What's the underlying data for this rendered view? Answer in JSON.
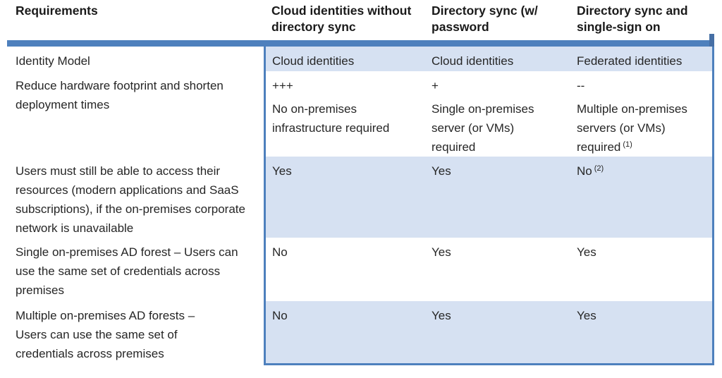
{
  "theme": {
    "accent_blue": "#4e80bd",
    "band_blue": "#d6e1f2",
    "text_color": "#262626"
  },
  "table": {
    "headers": [
      "Requirements",
      "Cloud identities without directory sync",
      "Directory sync (w/ password",
      "Directory sync and single-sign on"
    ],
    "rows": [
      {
        "requirement": "Identity Model",
        "cells": [
          {
            "text": "Cloud identities"
          },
          {
            "text": "Cloud identities"
          },
          {
            "text": "Federated identities"
          }
        ]
      },
      {
        "requirement": "Reduce hardware footprint and shorten deployment times",
        "cells": [
          {
            "rating": "+++",
            "text": "No on-premises infrastructure required"
          },
          {
            "rating": "+",
            "text": "Single on-premises server (or VMs) required"
          },
          {
            "rating": "--",
            "text": "Multiple on-premises servers (or VMs) required",
            "sup": "(1)"
          }
        ]
      },
      {
        "requirement": "Users must still be able to access their resources (modern applications and SaaS subscriptions), if the on-premises corporate network is unavailable",
        "cells": [
          {
            "text": "Yes"
          },
          {
            "text": "Yes"
          },
          {
            "text": "No",
            "sup": "(2)"
          }
        ]
      },
      {
        "requirement": "Single on-premises AD forest – Users can use the same set of credentials across premises",
        "cells": [
          {
            "text": "No"
          },
          {
            "text": "Yes"
          },
          {
            "text": "Yes"
          }
        ]
      },
      {
        "requirement": "Multiple on-premises AD forests – Users can use the same set of credentials across premises",
        "cells": [
          {
            "text": "No"
          },
          {
            "text": "Yes"
          },
          {
            "text": "Yes"
          }
        ]
      }
    ]
  }
}
